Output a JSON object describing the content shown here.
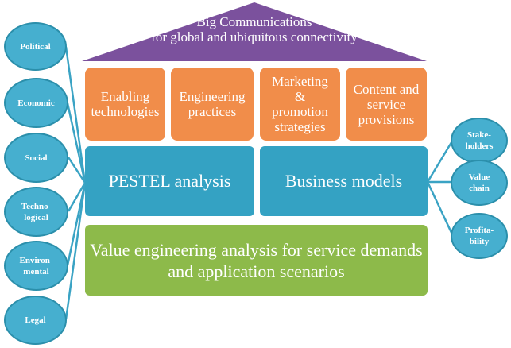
{
  "roof": {
    "line1": "Big Communications",
    "line2": "for global and ubiquitous connectivity"
  },
  "pillars": [
    {
      "label": "Enabling\ntechnologies"
    },
    {
      "label": "Engineering\npractices"
    },
    {
      "label": "Marketing\n&\npromotion\nstrategies"
    },
    {
      "label": "Content and\nservice\nprovisions"
    }
  ],
  "analysis": {
    "left": "PESTEL analysis",
    "right": "Business models"
  },
  "foundation": {
    "line1": "Value engineering analysis for service demands",
    "line2": "and application scenarios"
  },
  "left_factors": [
    {
      "label": "Political"
    },
    {
      "label": "Economic"
    },
    {
      "label": "Social"
    },
    {
      "label": "Techno-\nlogical"
    },
    {
      "label": "Environ-\nmental"
    },
    {
      "label": "Legal"
    }
  ],
  "right_factors": [
    {
      "label": "Stake-\nholders"
    },
    {
      "label": "Value\nchain"
    },
    {
      "label": "Profita-\nbility"
    }
  ],
  "colors": {
    "roof": "#7b519d",
    "pillar": "#f18d4a",
    "analysis": "#34a2c3",
    "foundation": "#8dba4a",
    "circle": "#46afcf",
    "connector": "#3aa3c4"
  }
}
